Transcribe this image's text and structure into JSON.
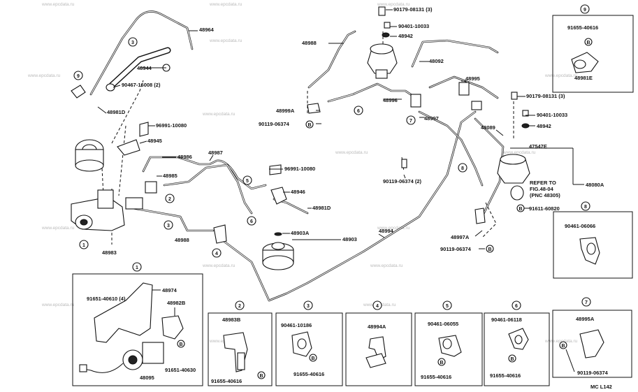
{
  "watermark": "www.epcdata.ru",
  "page_code": "MC L142",
  "callouts": {
    "main": {
      "p48964": "48964",
      "p48944": "48944",
      "p90467": "90467-16008 (2)",
      "p48981d_a": "48981D",
      "p96991_a": "96991-10080",
      "p48945": "48945",
      "p48985": "48985",
      "p48986": "48986",
      "p48987": "48987",
      "p48983": "48983",
      "p48988": "48988",
      "p96991_b": "96991-10080",
      "p48946": "48946",
      "p48981d_b": "48981D",
      "p48903a": "48903A",
      "p48903": "48903",
      "p48994": "48994",
      "p48988b": "48988",
      "p48999a": "48999A",
      "p90119_a": "90119-06374",
      "p90179_a": "90179-08131 (3)",
      "p90401_a": "90401-10033",
      "p48942_a": "48942",
      "p48092": "48092",
      "p48996": "48996",
      "p48995": "48995",
      "p48997": "48997",
      "p90119_b": "90119-06374 (2)",
      "p90179_b": "90179-08131 (3)",
      "p90401_b": "90401-10033",
      "p48942_b": "48942",
      "p48089": "48089",
      "p47547e": "47547E",
      "p48080a": "48080A",
      "refer1": "REFER TO",
      "refer2": "FIG.48-04",
      "refer3": "(PNC 48305)",
      "p91611": "91611-60820",
      "p48997a": "48997A",
      "p90119_c": "90119-06374"
    },
    "inset9": {
      "number": "9",
      "p1": "91655-40616",
      "p2": "48981E"
    },
    "inset8": {
      "number": "8",
      "p1": "90461-06066"
    },
    "inset1": {
      "number": "1",
      "p1": "91651-40610 (4)",
      "p2": "48974",
      "p3": "48982B",
      "p4": "48095",
      "p5": "91651-40630"
    },
    "inset2": {
      "number": "2",
      "p1": "48983B",
      "p2": "91655-40616"
    },
    "inset3": {
      "number": "3",
      "p1": "90461-10186",
      "p2": "91655-40616"
    },
    "inset4": {
      "number": "4",
      "p1": "48994A"
    },
    "inset5": {
      "number": "5",
      "p1": "90461-06055",
      "p2": "91655-40616"
    },
    "inset6": {
      "number": "6",
      "p1": "90461-06118",
      "p2": "91655-40616"
    },
    "inset7": {
      "number": "7",
      "p1": "48995A",
      "p2": "90119-06374"
    }
  },
  "circle_marks": {
    "n1": "1",
    "n2": "2",
    "n3": "3",
    "n4": "4",
    "n5": "5",
    "n6": "6",
    "n7": "7",
    "n8": "8",
    "n9": "9",
    "nb": "B"
  }
}
